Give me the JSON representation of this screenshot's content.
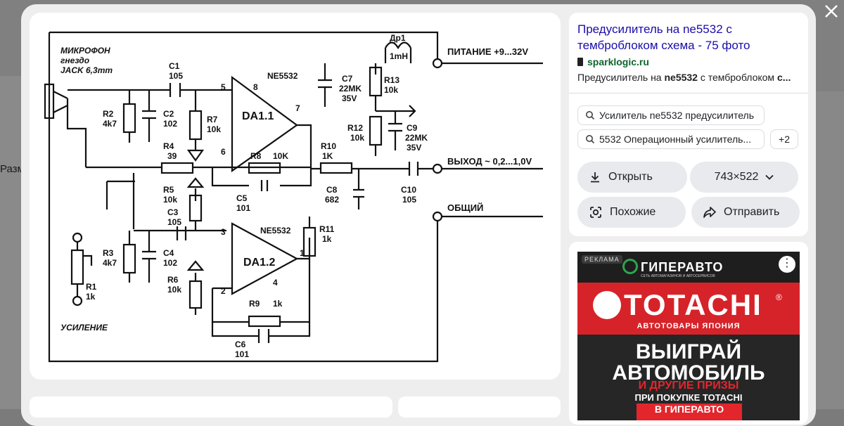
{
  "background": {
    "left_label": "Разм"
  },
  "schematic": {
    "labels": {
      "mic1": "МИКРОФОН",
      "mic2": "гнездо",
      "mic3": "JACK 6,3mm",
      "c1": "C1",
      "c1v": "105",
      "r2": "R2",
      "r2v": "4k7",
      "c2": "C2",
      "c2v": "102",
      "r7": "R7",
      "r7v": "10k",
      "pin5": "5",
      "pin8": "8",
      "ne1": "NE5532",
      "da1": "DA1.1",
      "pin7": "7",
      "pin6": "6",
      "r4": "R4",
      "r4v": "39",
      "r8": "R8",
      "r8v": "10K",
      "c5": "C5",
      "c5v": "101",
      "r10": "R10",
      "r10v": "1K",
      "c8": "C8",
      "c8v": "682",
      "c7": "C7",
      "c7v": "22MK",
      "c7vv": "35V",
      "r13": "R13",
      "r13v": "10k",
      "r12": "R12",
      "r12v": "10k",
      "c9": "C9",
      "c9v": "22MK",
      "c9vv": "35V",
      "dr1": "Др1",
      "dr1v": "1mH",
      "power": "ПИТАНИЕ +9...32V",
      "output": "ВЫХОД ~ 0,2...1,0V",
      "common": "ОБЩИЙ",
      "c10": "C10",
      "c10v": "105",
      "r5": "R5",
      "r5v": "10k",
      "c3": "C3",
      "c3v": "105",
      "pin3": "3",
      "ne2": "NE5532",
      "da2": "DA1.2",
      "pin1": "1",
      "pin2": "2",
      "pin4": "4",
      "r11": "R11",
      "r11v": "1k",
      "r3": "R3",
      "r3v": "4k7",
      "c4": "C4",
      "c4v": "102",
      "r6": "R6",
      "r6v": "10k",
      "r1": "R1",
      "r1v": "1k",
      "r9": "R9",
      "r9v": "1k",
      "c6": "C6",
      "c6v": "101",
      "gain": "УСИЛЕНИЕ"
    }
  },
  "result": {
    "title": "Предусилитель на ne5532 с темброблоком схема - 75 фото",
    "source": "sparklogic.ru",
    "snippet_pre": "Предусилитель на ",
    "snippet_bold1": "ne5532",
    "snippet_mid": " с темброблоком ",
    "snippet_bold2": "с..."
  },
  "related": {
    "chip1": "Усилитель ne5532 предусилитель",
    "chip2": "5532 Операционный усилитель...",
    "more": "+2"
  },
  "actions": {
    "open": "Открыть",
    "size": "743×522",
    "similar": "Похожие",
    "share": "Отправить"
  },
  "ad": {
    "label": "РЕКЛАМА",
    "brand": "ГИПЕРАВТО",
    "brand_sub": "СЕТЬ АВТОМАГАЗИНОВ И АВТОСЕРВИСОВ",
    "name": "TOTACHI",
    "reg": "®",
    "sub": "АВТОТОВАРЫ ЯПОНИЯ",
    "win1": "ВЫИГРАЙ",
    "win1b": "АВТОМОБИЛЬ",
    "win2": "И ДРУГИЕ ПРИЗЫ",
    "win3": "ПРИ ПОКУПКЕ TOTACHI",
    "win4": "В ГИПЕРАВТО"
  }
}
